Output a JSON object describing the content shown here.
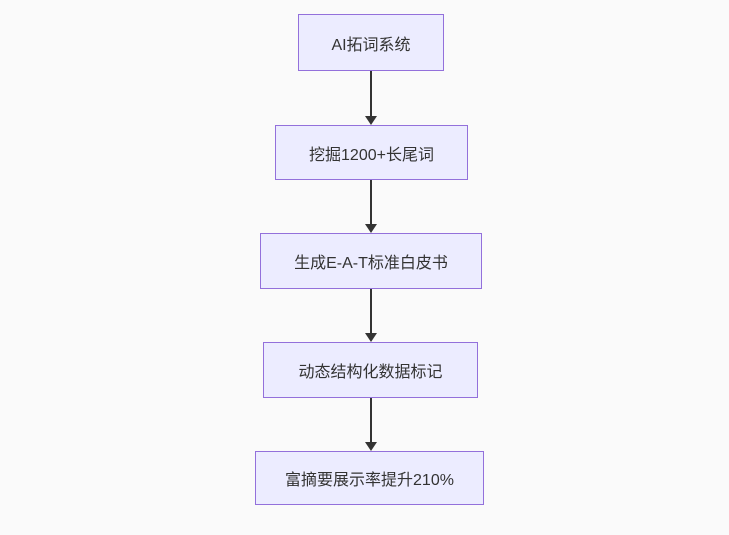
{
  "diagram": {
    "type": "flowchart",
    "direction": "top-down",
    "colors": {
      "background": "#FAFAFA",
      "node_fill": "#ECECFF",
      "node_border": "#9370DB",
      "arrow": "#333333",
      "text": "#333333"
    },
    "nodes": [
      {
        "id": "n1",
        "label": "AI拓词系统"
      },
      {
        "id": "n2",
        "label": "挖掘1200+长尾词"
      },
      {
        "id": "n3",
        "label": "生成E-A-T标准白皮书"
      },
      {
        "id": "n4",
        "label": "动态结构化数据标记"
      },
      {
        "id": "n5",
        "label": "富摘要展示率提升210%"
      }
    ],
    "edges": [
      {
        "from": "n1",
        "to": "n2"
      },
      {
        "from": "n2",
        "to": "n3"
      },
      {
        "from": "n3",
        "to": "n4"
      },
      {
        "from": "n4",
        "to": "n5"
      }
    ]
  }
}
